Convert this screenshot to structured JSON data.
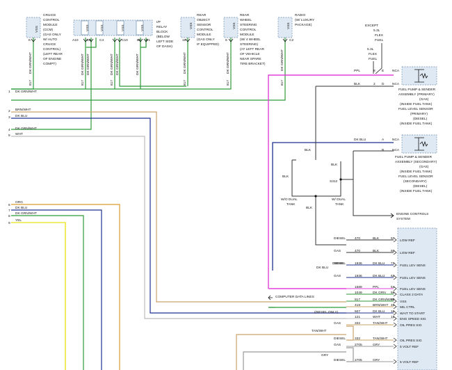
{
  "modules": {
    "ccm": {
      "tag": "VSS",
      "lines": [
        "CRUICE",
        "CONTROL",
        "MODULE",
        "(CCM)",
        "(GAS ONLY",
        "W/ AUTO",
        "CRUICE",
        "CONTROL)",
        "(LEFT REAR",
        "OF ENGINE",
        "COMPT)"
      ],
      "pin": "K"
    },
    "ip": {
      "tags": [
        "VSS",
        "VSS",
        "VSS",
        "VSS"
      ],
      "lines": [
        "I/P",
        "RELAY",
        "BLOCK",
        "(BELOW",
        "LEFT SIDE",
        "OF DASH)"
      ],
      "pins": [
        "A10",
        "E8",
        "C4",
        "C10",
        "B9",
        "E1"
      ]
    },
    "ros": {
      "tag": "VSS",
      "lines": [
        "REAR",
        "OBJECT",
        "SENSOR",
        "CONTROL",
        "MODULE",
        "(GAS ONLY",
        "IF EQUIPPED)"
      ],
      "pin": "19"
    },
    "rws": {
      "tag": "VSS",
      "lines": [
        "REAR",
        "WHEEL",
        "STEERING",
        "CONTROL",
        "MODULE",
        "(W/ 4 WHEEL",
        "STEERING)",
        "(AT LEFT REAR",
        "OF VEHICLE",
        "NEAR SPARE",
        "TIRE BRACKET)"
      ],
      "pin": "6"
    },
    "radio": {
      "tag": "VSS",
      "lines": [
        "RADIO",
        "(W/ LUXURY",
        "PACKAGE)"
      ],
      "pin": "C2"
    }
  },
  "wire_labels": {
    "ccm_wire": "DK GRN/WHT",
    "ip_w1": "DK GRN/WHT",
    "ip_w2": "DK GRN/WHT",
    "ip_w3": "DK GRN/WHT",
    "ip_w4": "DK GRN/WHT",
    "ip_w5": "DK GRN/WHT",
    "ros_wire": "DK GRN/WHT",
    "rws_wire": "DK GRN/WHT",
    "radio_wire": "DK GRN/WHT",
    "n817a": "817",
    "n817b": "817",
    "n817c": "817",
    "n817d": "817",
    "n817e": "817",
    "n817f": "817"
  },
  "left_pins": [
    {
      "num": "1",
      "label": "DK GRN/WHT"
    },
    {
      "num": "2",
      "label": "BRN/WHT"
    },
    {
      "num": "3",
      "label": "DK BLU"
    },
    {
      "num": "4",
      "label": "DK GRN/WHT"
    },
    {
      "num": "5",
      "label": "WHT"
    },
    {
      "num": "6",
      "label": "ORG"
    },
    {
      "num": "7",
      "label": "DK BLU"
    },
    {
      "num": "8",
      "label": "DK GRN/WHT"
    },
    {
      "num": "9",
      "label": "YEL"
    }
  ],
  "fuel_primary": {
    "except": [
      "EXCEPT",
      "5.3L",
      "FLEX",
      "FUEL"
    ],
    "flex": [
      "5.3L",
      "FLEX",
      "FUEL"
    ],
    "ppl": "PPL",
    "ppl_num": "8",
    "ppl_pin": "E",
    "blk": "BLK",
    "blk_num": "2",
    "blk_pin": "D",
    "conn": "NCA",
    "conn2": "NCA",
    "caption": [
      "FUEL PUMP & SENDER",
      "ASSEMBLY (PRIMARY)",
      "(GAS)",
      "(INSIDE FUEL TANK)",
      "FUEL LEVEL SENSOR",
      "(PRIMARY)",
      "(DIESEL)",
      "(INSIDE FUEL TANK)"
    ]
  },
  "fuel_secondary": {
    "dkblu": "DK BLU",
    "pin_a": "A",
    "pin_b": "B",
    "conn": "NCA",
    "conn2": "NCA",
    "caption": [
      "FUEL PUMP & SENDER",
      "ASSEMBLY (SECONDARY)",
      "(GAS)",
      "(INSIDE FUEL TANK)",
      "FUEL LEVEL SENSOR",
      "(SECONDARY)",
      "(DIESEL)",
      "(INSIDE FUEL TANK)"
    ]
  },
  "ground": {
    "blk1": "BLK",
    "blk2": "BLK",
    "blk3": "BLK",
    "blk4": "BLK",
    "splice": "S312",
    "wo_dual": [
      "W/O DUAL",
      "TANK"
    ],
    "w_dual": [
      "W/ DUAL",
      "TANK"
    ],
    "system": [
      "ENGINE CONTROLS",
      "SYSTEM"
    ]
  },
  "pcm_rows": [
    {
      "cond": "DIESEL",
      "circ": "470",
      "color": "BLK",
      "pin": "57",
      "label": "LOW REF"
    },
    {
      "cond": "GAS",
      "circ": "470",
      "color": "BLK",
      "pin": "92",
      "label": "LOW REF"
    },
    {
      "cond": "DIESEL",
      "circ": "1936",
      "color": "DK BLU",
      "pin": "73",
      "label": "FUEL LEV SENS"
    },
    {
      "cond": "GAS",
      "circ": "1936",
      "color": "DK BLU",
      "pin": "62",
      "label": "FUEL LEV SENS"
    },
    {
      "cond": "",
      "circ": "1589",
      "color": "PPL",
      "pin": "54",
      "label": "FUEL LEV SENS"
    },
    {
      "cond": "",
      "circ": "1049",
      "color": "DK GRN",
      "pin": "58",
      "label": "CLASS 2 DATA"
    },
    {
      "cond": "",
      "circ": "817",
      "color": "DK GRN/WHT",
      "pin": "50",
      "label": "VSS"
    },
    {
      "cond": "",
      "circ": "419",
      "color": "BRN/WHT",
      "pin": "46",
      "label": "MIL CTRL"
    },
    {
      "cond": "",
      "circ": "507",
      "color": "DK BLU",
      "pin": "16",
      "label": "WAIT TO START"
    },
    {
      "cond": "",
      "circ": "121",
      "color": "WHT",
      "pin": "15",
      "label": "ENG SPEED SIG"
    },
    {
      "cond": "GAS",
      "circ": "332",
      "color": "TAN/WHT",
      "pin": "",
      "label": "OIL PRES SIG"
    },
    {
      "cond": "DIESEL",
      "circ": "332",
      "color": "TAN/WHT",
      "pin": "",
      "label": "OIL PRES SIG"
    },
    {
      "cond": "GAS",
      "circ": "2705",
      "color": "GRY",
      "pin": "",
      "label": "5 VOLT REF"
    },
    {
      "cond": "DIESEL",
      "circ": "2705",
      "color": "GRY",
      "pin": "",
      "label": "5 VOLT REF"
    }
  ],
  "misc": {
    "dkblu_diesel": "DK BLU",
    "diesel_label": "DIESEL",
    "computer_lines": "COMPUTER DATA LINES",
    "diesel_only": "(DIESEL ONLY)",
    "tanwht": "TAN/WHT",
    "gry": "GRY",
    "gas": "GAS",
    "diesel": "DIESEL"
  },
  "colors": {
    "green": "#2e9a3a",
    "orange": "#d99a2b",
    "blue": "#1f2f8f",
    "magenta": "#e040d8",
    "yellow": "#ece83a",
    "gray": "#9a9a9a",
    "tan": "#c9a46a",
    "box": "#dfe9f3"
  }
}
